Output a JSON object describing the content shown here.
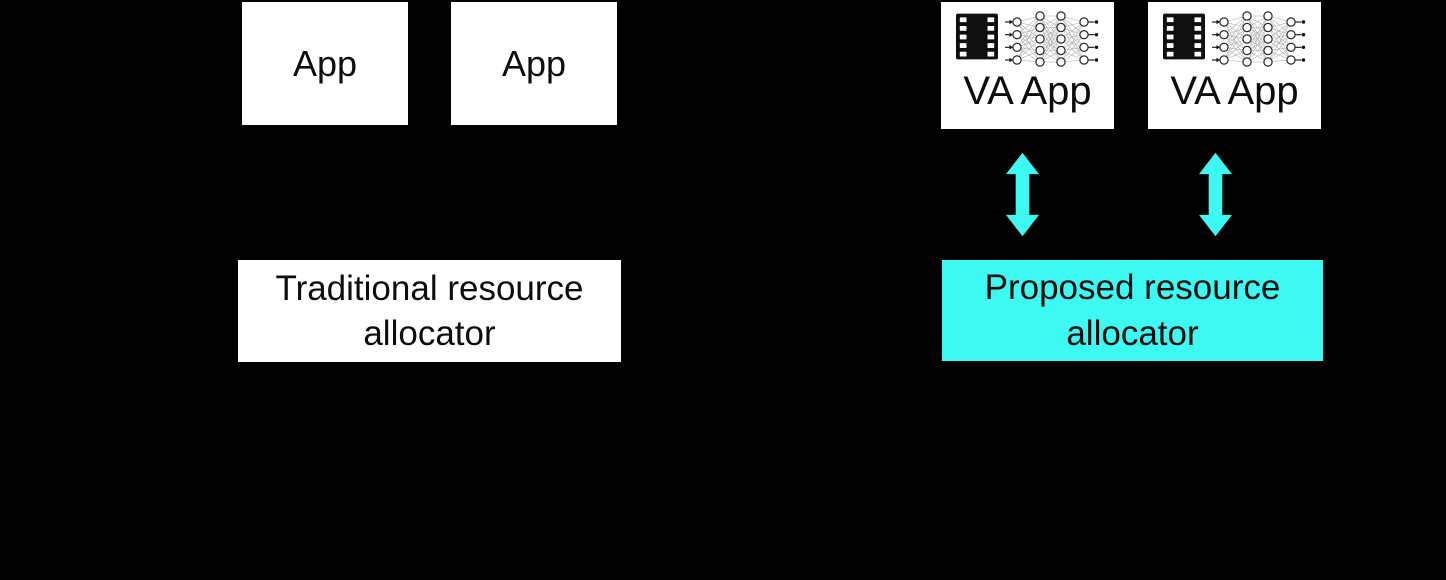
{
  "colors": {
    "background": "#000000",
    "box_fill": "#ffffff",
    "accent_cyan": "#3ef8f2",
    "text": "#0d0d0d"
  },
  "left_system": {
    "app_boxes": [
      {
        "label": "App"
      },
      {
        "label": "App"
      }
    ],
    "allocator": {
      "label": "Traditional resource allocator",
      "fill": "#ffffff"
    }
  },
  "right_system": {
    "va_app_boxes": [
      {
        "label": "VA App",
        "icons": [
          "film-strip-icon",
          "neural-network-icon"
        ]
      },
      {
        "label": "VA App",
        "icons": [
          "film-strip-icon",
          "neural-network-icon"
        ]
      }
    ],
    "arrows": [
      {
        "icon": "double-headed-arrow-icon",
        "orientation": "vertical"
      },
      {
        "icon": "double-headed-arrow-icon",
        "orientation": "vertical"
      }
    ],
    "allocator": {
      "label": "Proposed resource allocator",
      "fill": "#3ef8f2"
    }
  }
}
